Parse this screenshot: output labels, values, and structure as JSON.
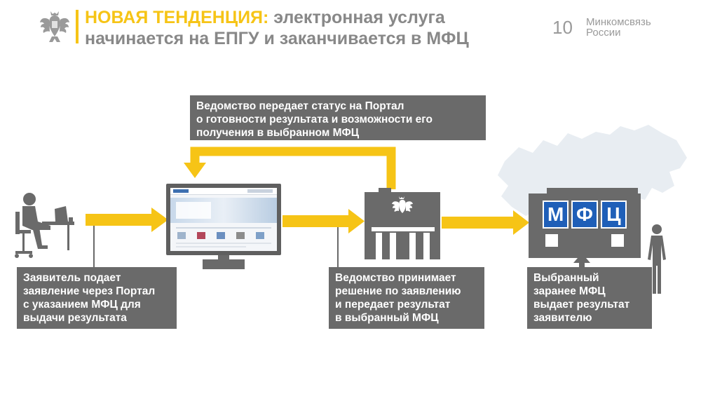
{
  "header": {
    "title_accent": "НОВАЯ ТЕНДЕНЦИЯ:",
    "title_rest": "электронная услуга",
    "title_line2": "начинается на ЕПГУ и заканчивается в МФЦ",
    "page_number": "10",
    "ministry_line1": "Минкомсвязь",
    "ministry_line2": "России"
  },
  "mfc_sign": {
    "letter1": "М",
    "letter2": "Ф",
    "letter3": "Ц"
  },
  "boxes": {
    "top": [
      "Ведомство передает статус на Портал",
      "о готовности результата и возможности его",
      "получения в выбранном МФЦ"
    ],
    "left": [
      "Заявитель подает",
      "заявление через Портал",
      "с указанием МФЦ для",
      "выдачи результата"
    ],
    "middle": [
      "Ведомство принимает",
      "решение по заявлению",
      "и передает результат",
      "в выбранный МФЦ"
    ],
    "right": [
      "Выбранный",
      "заранее МФЦ",
      "выдает результат",
      "заявителю"
    ]
  },
  "colors": {
    "accent": "#f6c416",
    "box": "#6a6a6a",
    "text_gray": "#888888",
    "map": "#e8edf2"
  },
  "icons": [
    "russian-emblem-icon",
    "person-at-desk-icon",
    "portal-monitor-icon",
    "government-building-icon",
    "mfc-building-icon",
    "standing-person-icon",
    "russia-map-icon"
  ]
}
